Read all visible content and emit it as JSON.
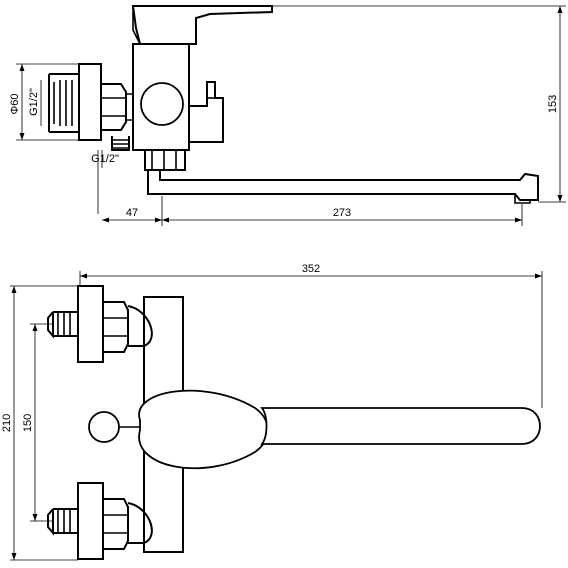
{
  "labels": {
    "phi60": "Φ60",
    "g12_side": "G1/2\"",
    "g12_bottom": "G1/2\"",
    "d153": "153",
    "d47": "47",
    "d273": "273",
    "d352": "352",
    "d210": "210",
    "d150": "150"
  }
}
